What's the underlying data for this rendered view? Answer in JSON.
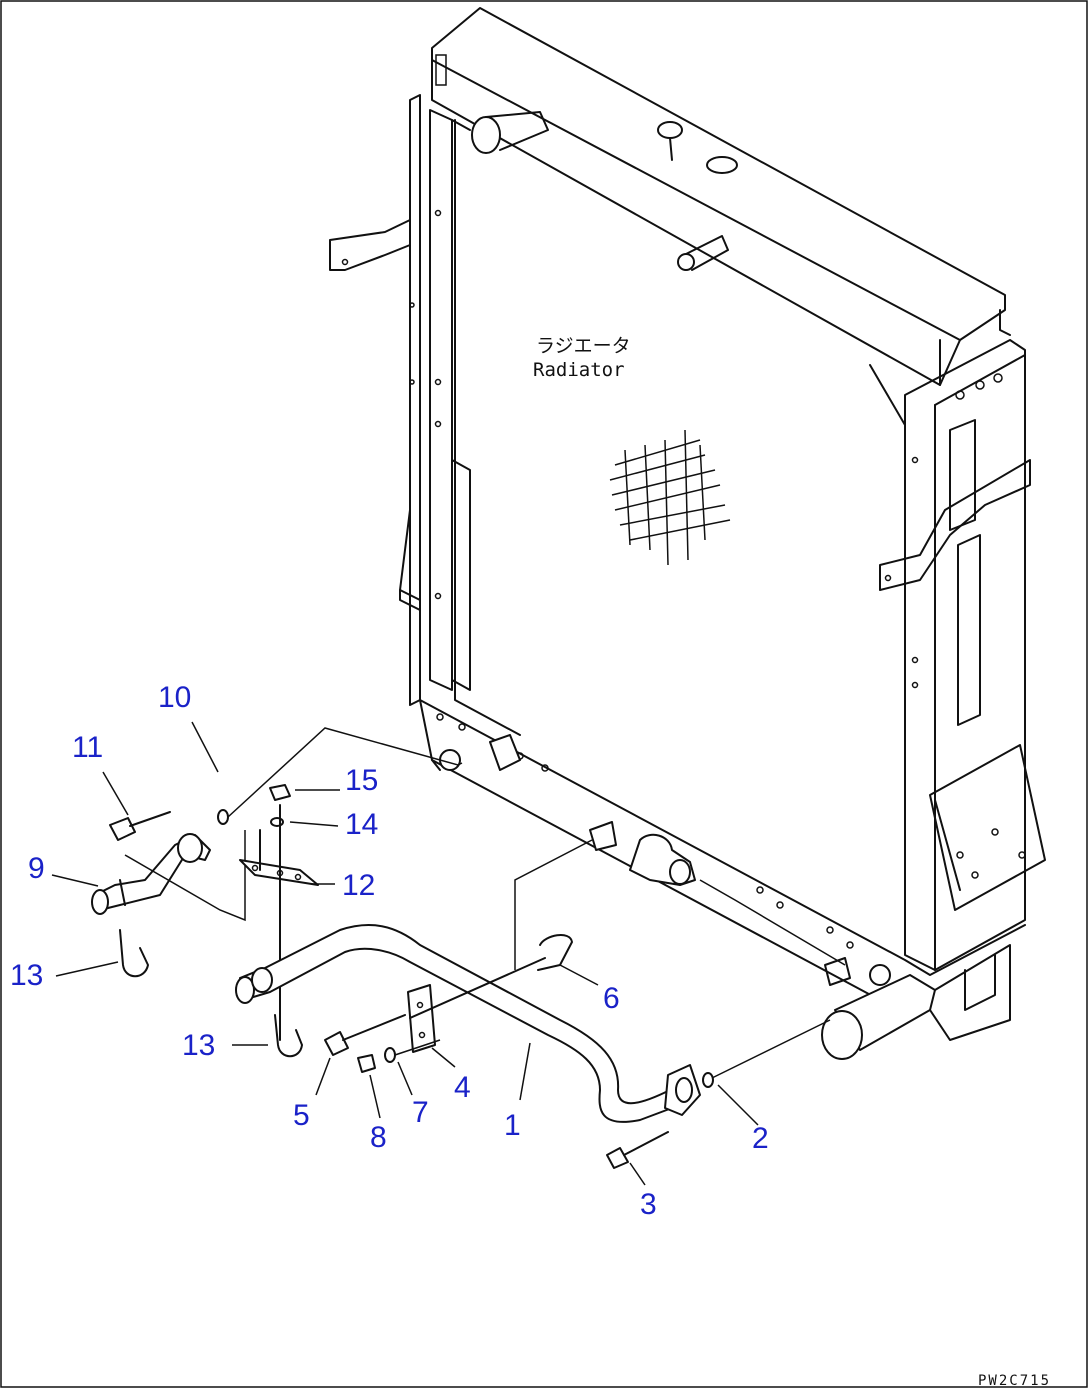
{
  "diagram": {
    "label_jp": "ラジエータ",
    "label_en": "Radiator",
    "drawing_code": "PW2C715"
  },
  "callouts": [
    {
      "id": "1",
      "label": "1"
    },
    {
      "id": "2",
      "label": "2"
    },
    {
      "id": "3",
      "label": "3"
    },
    {
      "id": "4",
      "label": "4"
    },
    {
      "id": "5",
      "label": "5"
    },
    {
      "id": "6",
      "label": "6"
    },
    {
      "id": "7",
      "label": "7"
    },
    {
      "id": "8",
      "label": "8"
    },
    {
      "id": "9",
      "label": "9"
    },
    {
      "id": "10",
      "label": "10"
    },
    {
      "id": "11",
      "label": "11"
    },
    {
      "id": "12",
      "label": "12"
    },
    {
      "id": "13a",
      "label": "13"
    },
    {
      "id": "13b",
      "label": "13"
    },
    {
      "id": "14",
      "label": "14"
    },
    {
      "id": "15",
      "label": "15"
    }
  ],
  "colors": {
    "callout": "#1a22c8",
    "line": "#111111"
  }
}
